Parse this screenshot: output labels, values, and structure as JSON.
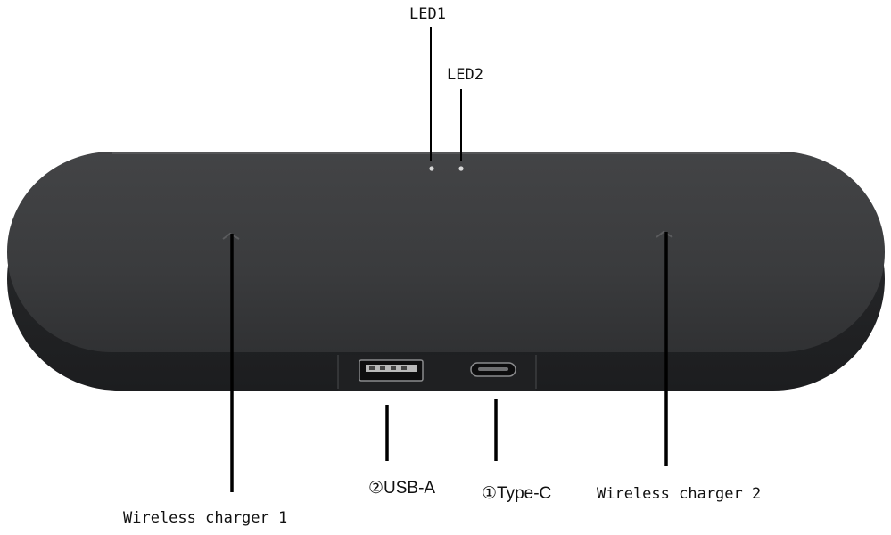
{
  "labels": {
    "led1": "LED1",
    "led2": "LED2",
    "usb_a": "②USB-A",
    "type_c": "①Type-C",
    "wireless_charger_1": "Wireless charger 1",
    "wireless_charger_2": "Wireless charger 2"
  },
  "colors": {
    "background": "#ffffff",
    "device_top": "#3a3b3d",
    "device_side": "#232426",
    "leader_lines": "#000000",
    "led": "#d8d8d8"
  }
}
